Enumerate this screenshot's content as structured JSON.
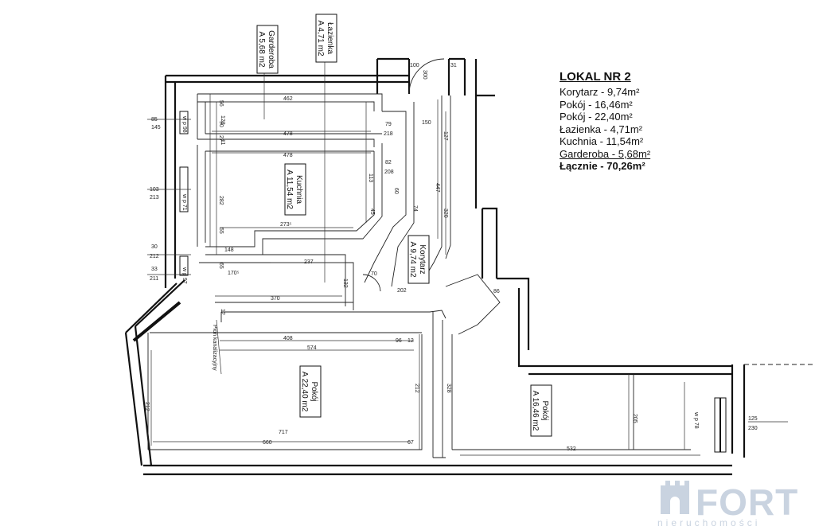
{
  "legend": {
    "title": "LOKAL NR 2",
    "rows": [
      "Korytarz - 9,74m²",
      "Pokój - 16,46m²",
      "Pokój - 22,40m²",
      "Łazienka - 4,71m²",
      "Kuchnia - 11,54m²",
      "Garderoba - 5,68m²",
      "Łącznie - 70,26m²"
    ]
  },
  "rooms": {
    "lazienka": [
      "Łazienka",
      "A 4,71 m2"
    ],
    "garderoba": [
      "Garderoba",
      "A 5,68 m2"
    ],
    "kuchnia": [
      "Kuchnia",
      "A 11,54 m2"
    ],
    "korytarz": [
      "Korytarz",
      "A 9,74 m2"
    ],
    "pokoj1": [
      "Pokój",
      "A 22,40 m2"
    ],
    "pokoj2": [
      "Pokój",
      "A 16,46 m2"
    ]
  },
  "notes": {
    "pion": "Pion kanalizacyjny",
    "wp": [
      "w p 98",
      "w p 71",
      "w p 97",
      "w p 78"
    ]
  },
  "dimensions": {
    "d462": "462",
    "d478a": "478",
    "d478b": "478",
    "d273": "273⁵",
    "d237": "237",
    "d370": "370",
    "d148": "148",
    "d170": "170⁵",
    "d408": "408",
    "d574": "574",
    "d717": "717",
    "d660": "660",
    "d67": "67",
    "d532": "532",
    "d205": "205",
    "d212a": "212",
    "d212b": "212",
    "d328": "328",
    "d447": "447",
    "d320": "320",
    "d100": "100",
    "d150": "150",
    "d127": "127",
    "d218": "218",
    "d208": "208",
    "d202": "202",
    "d70": "70",
    "d96": "96",
    "d86": "86",
    "d12": "12",
    "d31": "31",
    "d300": "300",
    "d103": "103",
    "d213": "213",
    "d85": "85",
    "d145": "145",
    "d30": "30",
    "d212c": "212",
    "d33": "33",
    "d211": "211",
    "d125": "125",
    "d230": "230",
    "d122": "122",
    "d132": "132",
    "d113": "113",
    "d282": "282",
    "d27": "27",
    "d45": "45",
    "d79": "79",
    "d82": "82",
    "d74": "74",
    "d55": "55",
    "d90": "90",
    "d60": "60",
    "d12b": "12",
    "d65": "65",
    "d56": "56",
    "d11": "11"
  },
  "brand": {
    "name": "FORT",
    "tagline": "nieruchomości"
  }
}
